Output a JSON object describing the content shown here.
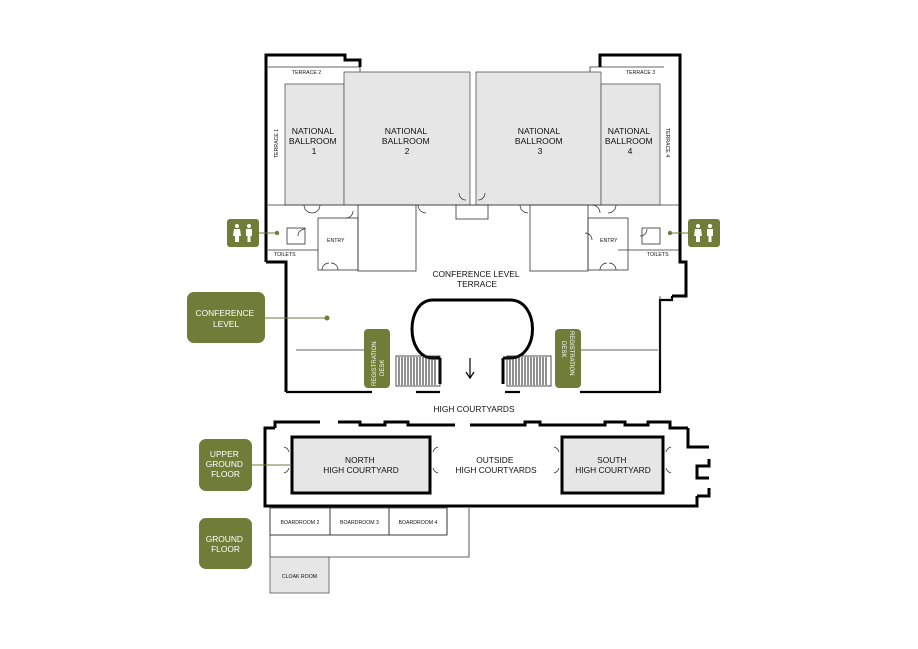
{
  "colors": {
    "accent": "#6f7d38",
    "room_fill": "#e6e6e6",
    "wall": "#000000"
  },
  "levels": {
    "conference": [
      "CONFERENCE",
      "LEVEL"
    ],
    "upper_ground": [
      "UPPER",
      "GROUND",
      "FLOOR"
    ],
    "ground": [
      "GROUND",
      "FLOOR"
    ]
  },
  "terraces": {
    "t1": "TERRACE 1",
    "t2": "TERRACE 2",
    "t3": "TERRACE 3",
    "t4": "TERRACE 4"
  },
  "ballrooms": [
    {
      "line1": "NATIONAL",
      "line2": "BALLROOM",
      "number": "1"
    },
    {
      "line1": "NATIONAL",
      "line2": "BALLROOM",
      "number": "2"
    },
    {
      "line1": "NATIONAL",
      "line2": "BALLROOM",
      "number": "3"
    },
    {
      "line1": "NATIONAL",
      "line2": "BALLROOM",
      "number": "4"
    }
  ],
  "toilets_label": "TOILETS",
  "entry_label": "ENTRY",
  "restroom_icon": "restroom-icon",
  "conference_terrace": [
    "CONFERENCE LEVEL",
    "TERRACE"
  ],
  "registration_desk": [
    "REGISTRATION",
    "DESK"
  ],
  "high_courtyards": "HIGH COURTYARDS",
  "north_courtyard": [
    "NORTH",
    "HIGH COURTYARD"
  ],
  "south_courtyard": [
    "SOUTH",
    "HIGH COURTYARD"
  ],
  "outside_courtyards": [
    "OUTSIDE",
    "HIGH COURTYARDS"
  ],
  "boardrooms": [
    "BOARDROOM 2",
    "BOARDROOM 3",
    "BOARDROOM 4"
  ],
  "cloak_room": "CLOAK ROOM",
  "direction_arrow": "down-arrow-icon"
}
